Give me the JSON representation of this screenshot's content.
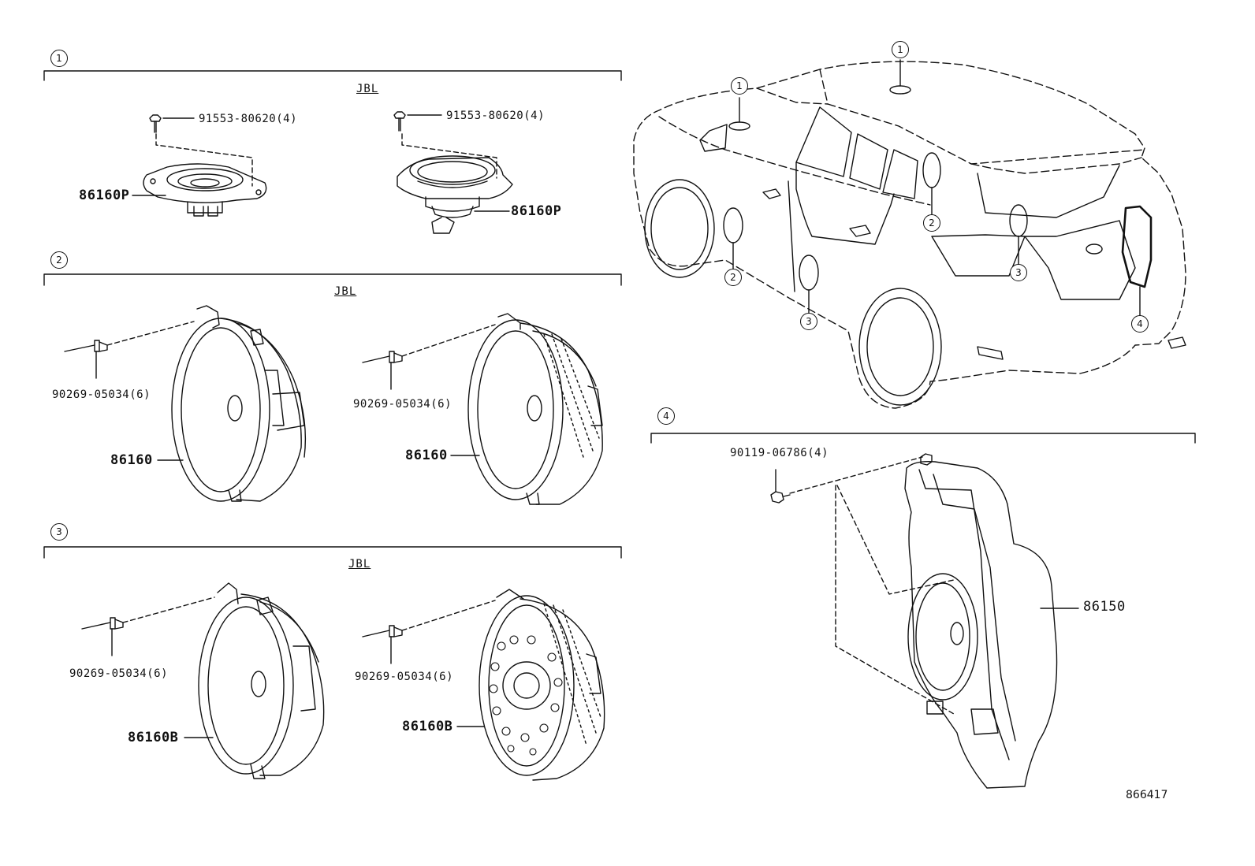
{
  "diagram_id": "866417",
  "brand_label": "JBL",
  "group_numbers": [
    "1",
    "2",
    "3",
    "4"
  ],
  "groups": [
    {
      "number": "1",
      "brand": "JBL",
      "fastener_left": "91553-80620(4)",
      "fastener_right": "91553-80620(4)",
      "part_left": "86160P",
      "part_right": "86160P"
    },
    {
      "number": "2",
      "brand": "JBL",
      "fastener_left": "90269-05034(6)",
      "fastener_right": "90269-05034(6)",
      "part_left": "86160",
      "part_right": "86160"
    },
    {
      "number": "3",
      "brand": "JBL",
      "fastener_left": "90269-05034(6)",
      "fastener_right": "90269-05034(6)",
      "part_left": "86160B",
      "part_right": "86160B"
    },
    {
      "number": "4",
      "fastener": "90119-06786(4)",
      "part": "86150"
    }
  ],
  "vehicle_callouts": [
    "1",
    "1",
    "2",
    "2",
    "3",
    "3",
    "4"
  ]
}
